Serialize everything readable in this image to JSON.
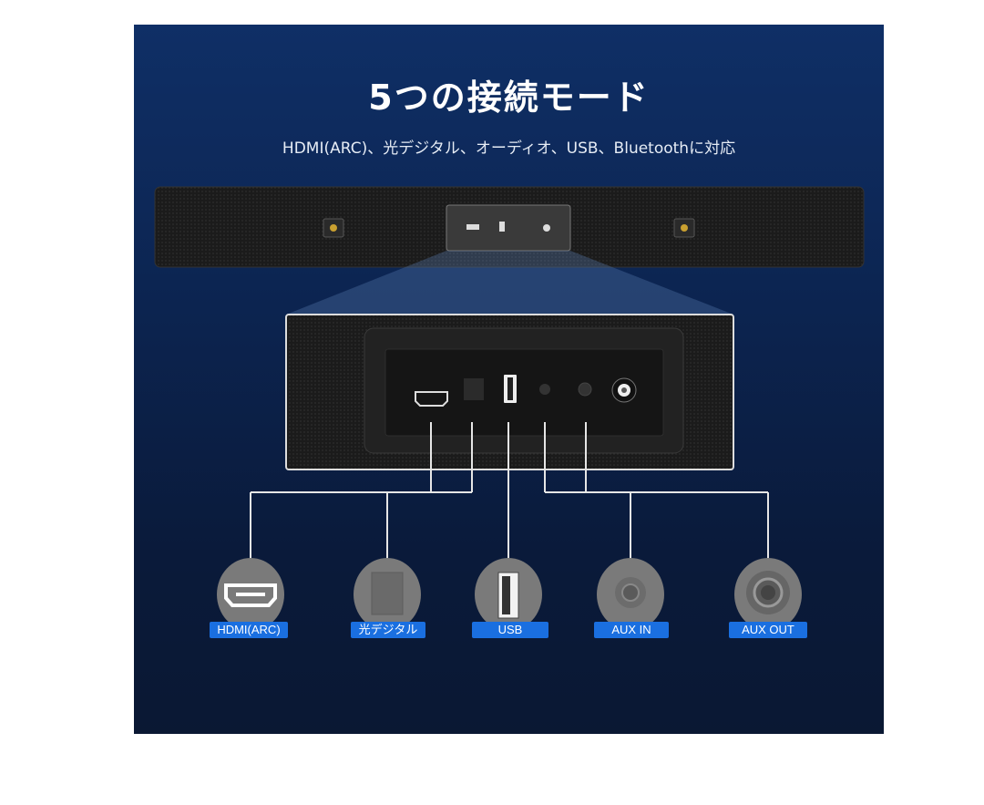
{
  "title": "5つの接続モード",
  "subtitle": "HDMI(ARC)、光デジタル、オーディオ、USB、Bluetoothに対応",
  "ports": [
    {
      "label": "HDMI(ARC)",
      "icon": "hdmi-port-icon"
    },
    {
      "label": "光デジタル",
      "icon": "optical-port-icon"
    },
    {
      "label": "USB",
      "icon": "usb-port-icon"
    },
    {
      "label": "AUX IN",
      "icon": "aux-in-port-icon"
    },
    {
      "label": "AUX OUT",
      "icon": "aux-out-port-icon"
    }
  ],
  "colors": {
    "background": "#0c2450",
    "label": "#1a6fe0",
    "port_circle": "#7a7a7a"
  }
}
